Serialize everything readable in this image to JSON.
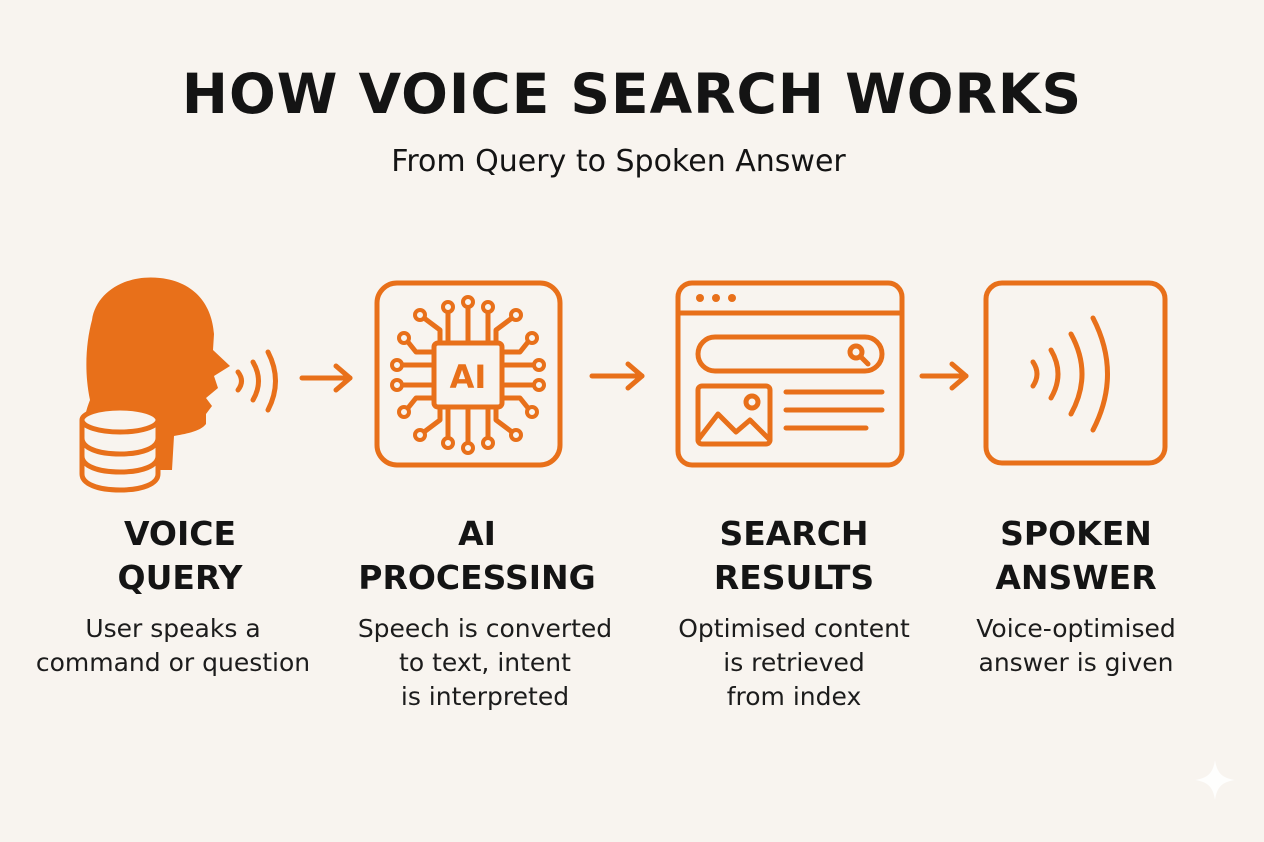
{
  "title": "HOW VOICE SEARCH WORKS",
  "subtitle": "From Query to Spoken Answer",
  "colors": {
    "accent": "#e8701a",
    "background": "#f8f4ef",
    "text": "#141414"
  },
  "steps": [
    {
      "icon": "head-speaking-with-database-icon",
      "title_lines": [
        "VOICE",
        "QUERY"
      ],
      "desc_lines": [
        "User speaks a",
        "command or question"
      ]
    },
    {
      "icon": "ai-chip-icon",
      "title_lines": [
        "AI",
        "PROCESSING"
      ],
      "desc_lines": [
        "Speech is converted",
        "to text, intent",
        "is interpreted"
      ]
    },
    {
      "icon": "browser-search-results-icon",
      "title_lines": [
        "SEARCH",
        "RESULTS"
      ],
      "desc_lines": [
        "Optimised content",
        "is retrieved",
        "from index"
      ]
    },
    {
      "icon": "sound-waves-icon",
      "title_lines": [
        "SPOKEN",
        "ANSWER"
      ],
      "desc_lines": [
        "Voice-optimised",
        "answer is given"
      ]
    }
  ],
  "connectors": [
    "arrow-right-icon",
    "arrow-right-icon",
    "arrow-right-icon"
  ]
}
